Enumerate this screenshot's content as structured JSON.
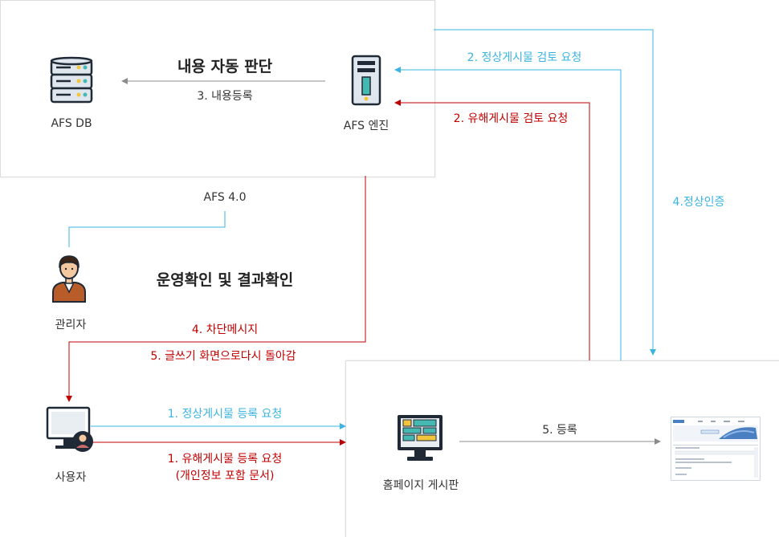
{
  "top_box": {
    "heading": "내용 자동 판단",
    "register_arrow_label": "3. 내용등록",
    "afs_db_label": "AFS DB",
    "afs_engine_label": "AFS 엔진"
  },
  "afs_version_label": "AFS 4.0",
  "admin": {
    "label": "관리자",
    "heading": "운영확인 및 결과확인"
  },
  "user": {
    "label": "사용자"
  },
  "board_box": {
    "board_label": "홈페이지 게시판",
    "register_arrow_label": "5. 등록"
  },
  "flows": {
    "normal_review_request": "2. 정상게시물 검토 요청",
    "harmful_review_request": "2. 유해게시물 검토 요청",
    "normal_approval": "4.정상인증",
    "block_message": "4. 차단메시지",
    "return_to_write": "5. 글쓰기 화면으로다시 돌아감",
    "normal_post_request": "1. 정상게시물 등록 요청",
    "harmful_post_request": "1. 유해게시물 등록 요청",
    "harmful_post_note": "(개인정보 포함 문서)"
  },
  "colors": {
    "normal_flow": "#3bb4e2",
    "harmful_flow": "#c00000",
    "internal_flow": "#8c8c8c",
    "icon_dark": "#1f2a36",
    "icon_accent": "#45b8b2",
    "icon_yellow": "#f2c53d"
  },
  "icons": [
    "database-icon",
    "server-icon",
    "admin-person-icon",
    "user-computer-icon",
    "board-monitor-icon",
    "webpage-thumbnail-icon"
  ]
}
